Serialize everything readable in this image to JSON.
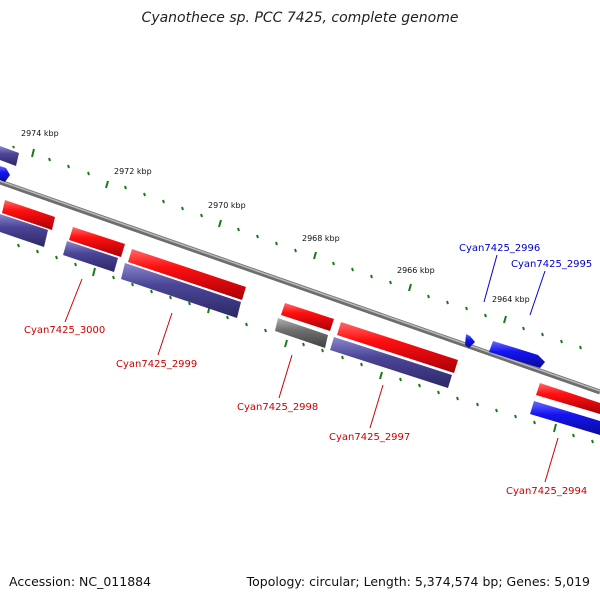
{
  "title": "Cyanothece sp. PCC 7425, complete genome",
  "footer": {
    "accession": "Accession: NC_011884",
    "summary": "Topology: circular; Length: 5,374,574 bp; Genes: 5,019"
  },
  "colors": {
    "forward_gene": "#e8131b",
    "cds_band": "#4a4596",
    "blue_gene": "#1a1aee",
    "pseudo_gene": "#707070",
    "backbone": "#8a8a8a",
    "tick": "#1a7a1a",
    "label_red": "#cc0000",
    "label_blue": "#0000cc"
  },
  "scale_labels": [
    "2974 kbp",
    "2972 kbp",
    "2970 kbp",
    "2968 kbp",
    "2966 kbp",
    "2964 kbp"
  ],
  "gene_labels": [
    {
      "text": "Cyan7425_3000",
      "color": "red"
    },
    {
      "text": "Cyan7425_2999",
      "color": "red"
    },
    {
      "text": "Cyan7425_2998",
      "color": "red"
    },
    {
      "text": "Cyan7425_2997",
      "color": "red"
    },
    {
      "text": "Cyan7425_2996",
      "color": "blue"
    },
    {
      "text": "Cyan7425_2995",
      "color": "blue"
    },
    {
      "text": "Cyan7425_2994",
      "color": "red"
    }
  ]
}
